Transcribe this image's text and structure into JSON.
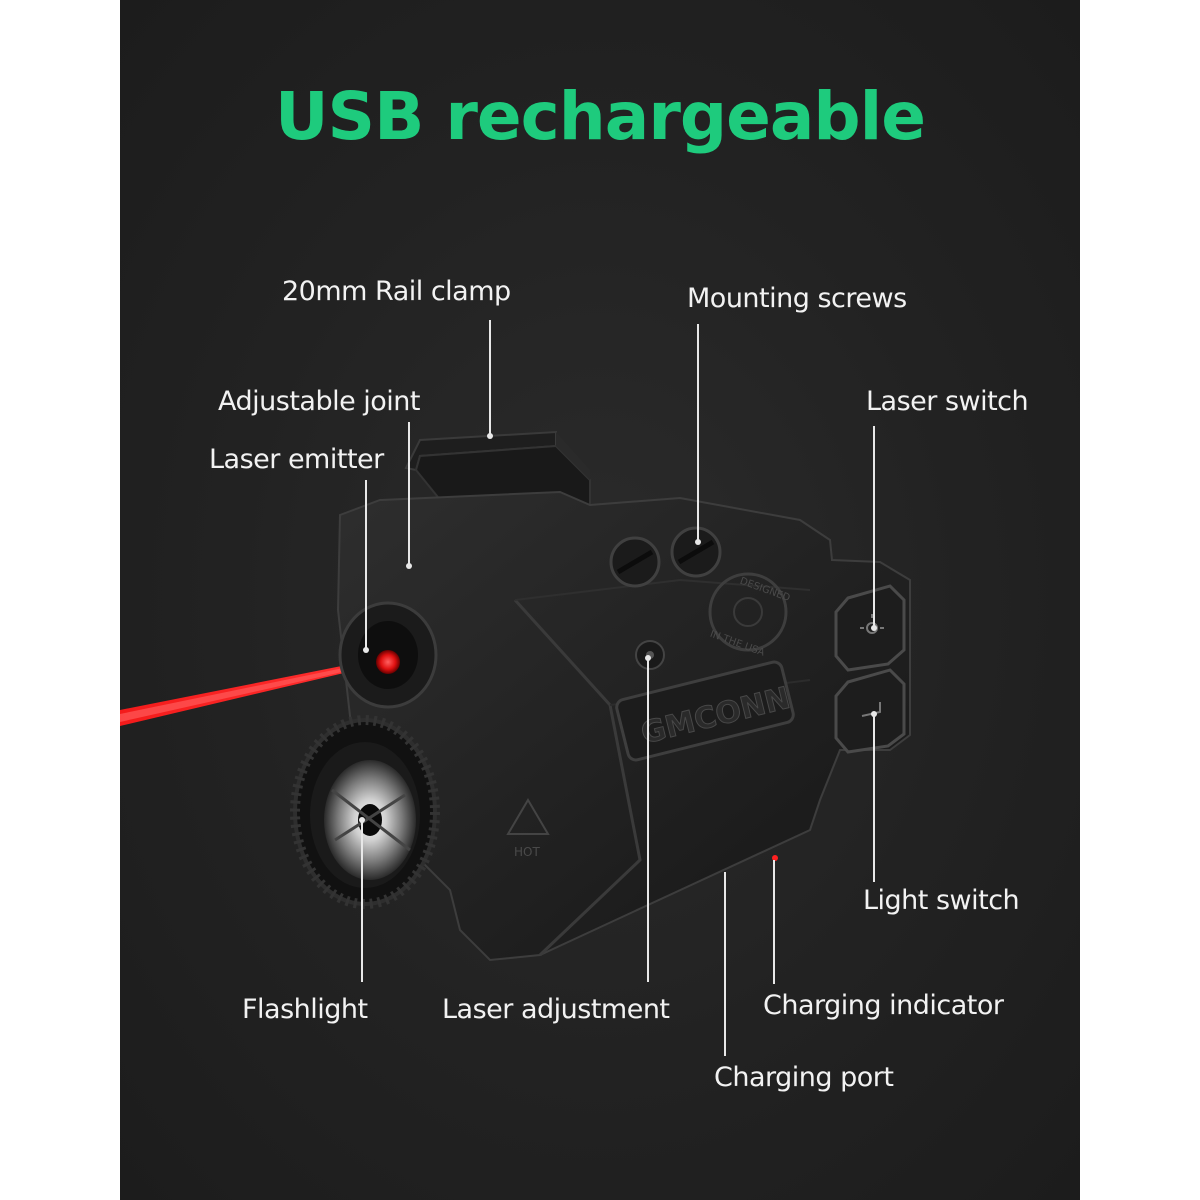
{
  "headline": "USB rechargeable",
  "labels": {
    "rail_clamp": "20mm Rail clamp",
    "mounting_screws": "Mounting screws",
    "adjustable_joint": "Adjustable joint",
    "laser_switch": "Laser switch",
    "laser_emitter": "Laser emitter",
    "light_switch": "Light switch",
    "flashlight": "Flashlight",
    "laser_adjustment": "Laser adjustment",
    "charging_indicator": "Charging indicator",
    "charging_port": "Charging port"
  },
  "device_markings": {
    "brand": "GMCONN",
    "stamp_top": "DESIGNED",
    "stamp_bottom": "IN THE USA",
    "warning": "HOT"
  },
  "colors": {
    "headline": "#1ecb7d",
    "laser_beam": "#ff1a1a",
    "background": "#222222"
  }
}
